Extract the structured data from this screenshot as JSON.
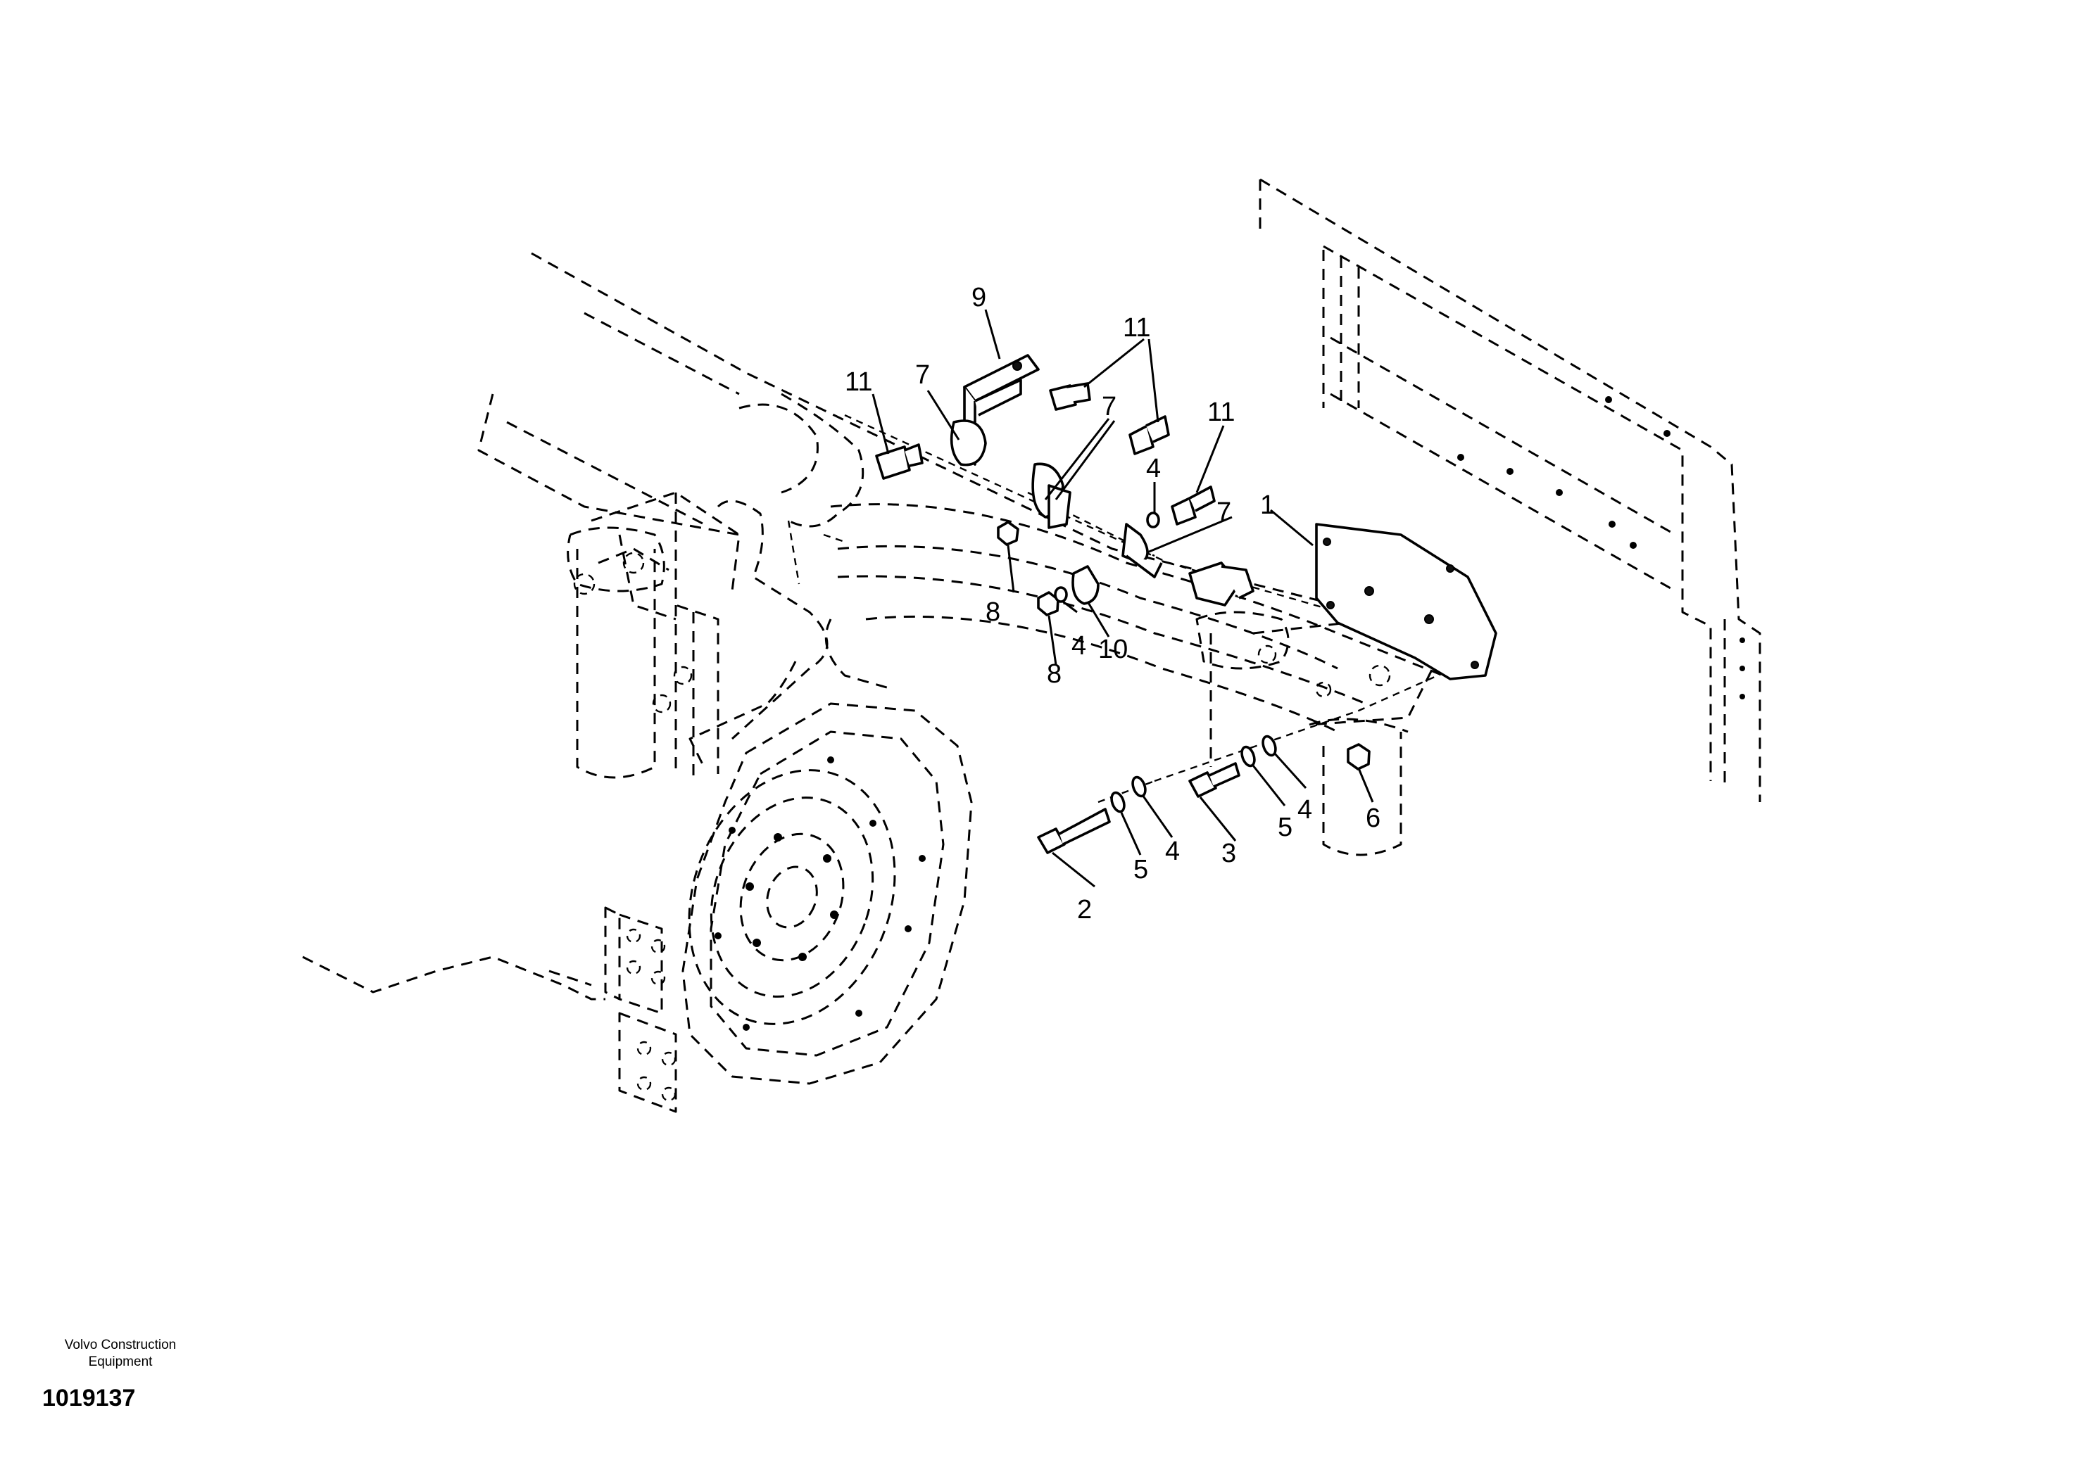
{
  "diagram": {
    "callouts": [
      "1",
      "2",
      "3",
      "4",
      "4",
      "4",
      "4",
      "5",
      "5",
      "6",
      "7",
      "7",
      "7",
      "8",
      "8",
      "9",
      "10",
      "11",
      "11",
      "11"
    ]
  },
  "footer": {
    "brand_line1": "Volvo Construction",
    "brand_line2": "Equipment",
    "document_number": "1019137"
  }
}
